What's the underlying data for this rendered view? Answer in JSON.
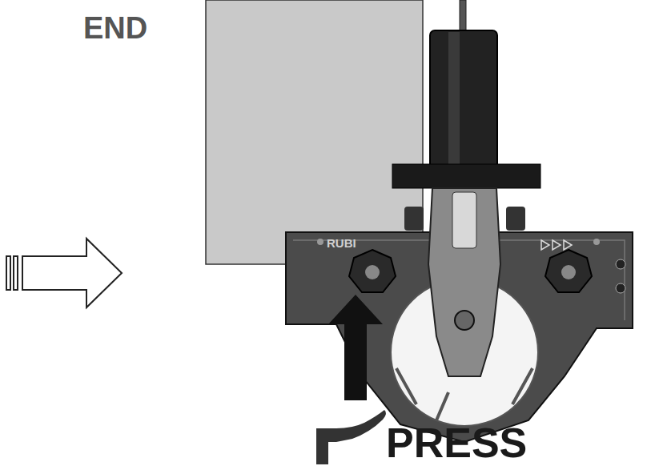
{
  "diagram": {
    "labels": [
      "END",
      "RUBI",
      "PRESS"
    ]
  }
}
